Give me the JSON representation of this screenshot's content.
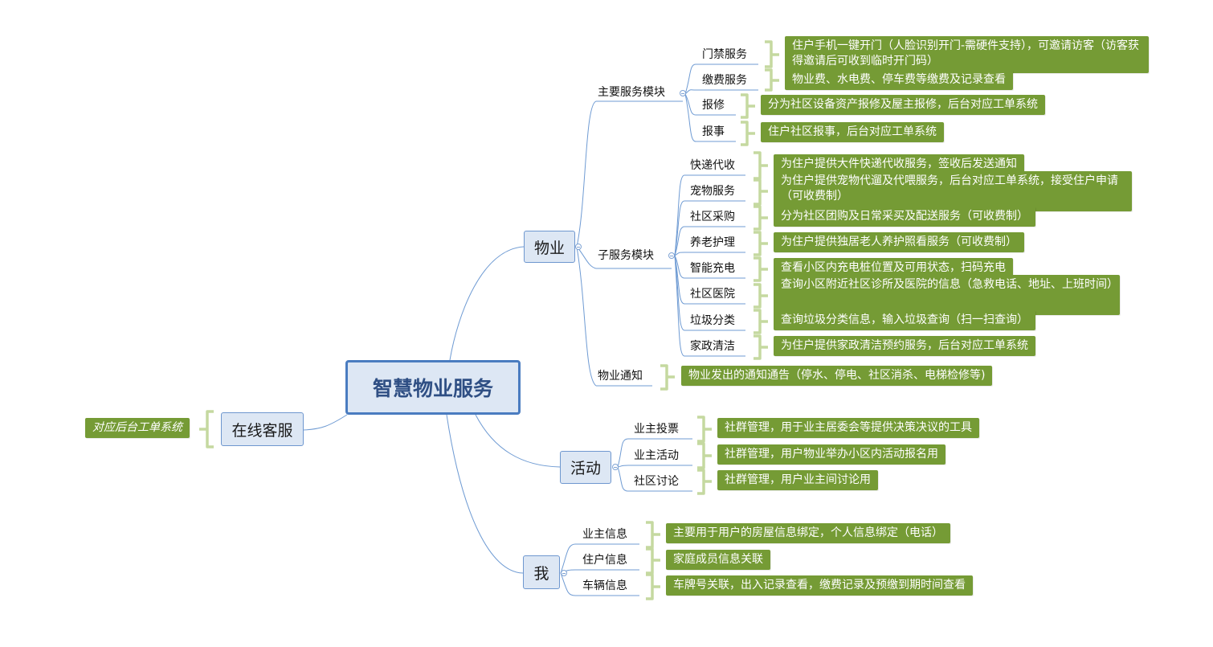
{
  "root": {
    "label": "智慧物业服务"
  },
  "branches": {
    "wuye": {
      "label": "物业",
      "main_modules": {
        "label": "主要服务模块",
        "items": [
          {
            "label": "门禁服务",
            "note": "住户手机一键开门（人脸识别开门-需硬件支持），可邀请访客（访客获得邀请后可收到临时开门码）"
          },
          {
            "label": "缴费服务",
            "note": "物业费、水电费、停车费等缴费及记录查看"
          },
          {
            "label": "报修",
            "note": "分为社区设备资产报修及屋主报修，后台对应工单系统"
          },
          {
            "label": "报事",
            "note": "住户社区报事，后台对应工单系统"
          }
        ]
      },
      "sub_modules": {
        "label": "子服务模块",
        "items": [
          {
            "label": "快递代收",
            "note": "为住户提供大件快递代收服务，签收后发送通知"
          },
          {
            "label": "宠物服务",
            "note": "为住户提供宠物代遛及代喂服务，后台对应工单系统，接受住户申请（可收费制）"
          },
          {
            "label": "社区采购",
            "note": "分为社区团购及日常采买及配送服务（可收费制）"
          },
          {
            "label": "养老护理",
            "note": "为住户提供独居老人养护照看服务（可收费制）"
          },
          {
            "label": "智能充电",
            "note": "查看小区内充电桩位置及可用状态，扫码充电"
          },
          {
            "label": "社区医院",
            "note": "查询小区附近社区诊所及医院的信息（急救电话、地址、上班时间）"
          },
          {
            "label": "垃圾分类",
            "note": "查询垃圾分类信息，输入垃圾查询（扫一扫查询）"
          },
          {
            "label": "家政清洁",
            "note": "为住户提供家政清洁预约服务，后台对应工单系统"
          }
        ]
      },
      "notice": {
        "label": "物业通知",
        "note": "物业发出的通知通告（停水、停电、社区消杀、电梯检修等)"
      }
    },
    "huodong": {
      "label": "活动",
      "items": [
        {
          "label": "业主投票",
          "note": "社群管理，用于业主居委会等提供决策决议的工具"
        },
        {
          "label": "业主活动",
          "note": "社群管理，用户物业举办小区内活动报名用"
        },
        {
          "label": "社区讨论",
          "note": "社群管理，用户业主间讨论用"
        }
      ]
    },
    "wo": {
      "label": "我",
      "items": [
        {
          "label": "业主信息",
          "note": "主要用于用户的房屋信息绑定，个人信息绑定（电话）"
        },
        {
          "label": "住户信息",
          "note": "家庭成员信息关联"
        },
        {
          "label": "车辆信息",
          "note": "车牌号关联，出入记录查看，缴费记录及预缴到期时间查看"
        }
      ]
    },
    "kefu": {
      "label": "在线客服",
      "note": "对应后台工单系统"
    }
  },
  "colors": {
    "line": "#6f9bd3",
    "bracket": "#c5d9a0",
    "note_bg": "#759b35",
    "node_border": "#4a7cc0"
  }
}
